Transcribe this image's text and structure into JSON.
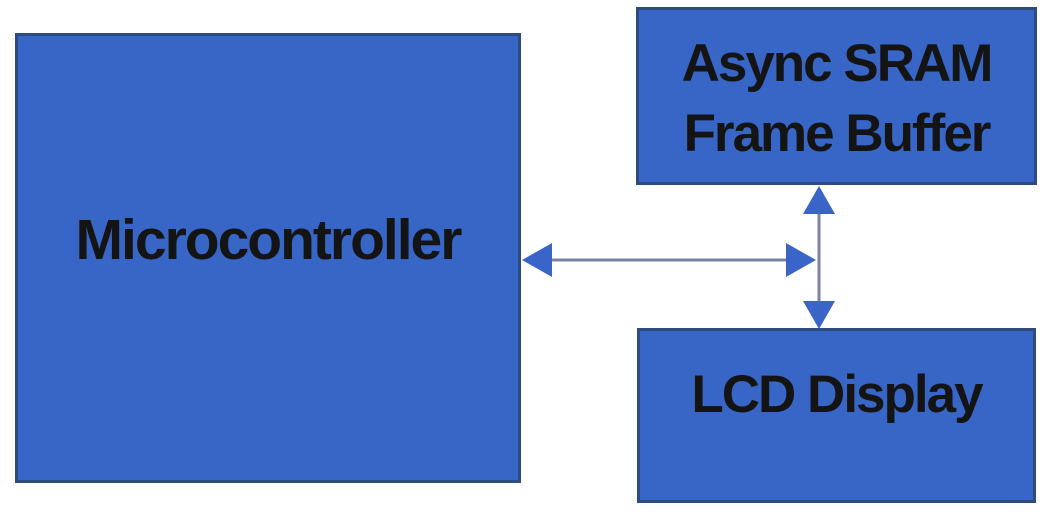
{
  "diagram": {
    "colors": {
      "background": "#ffffff",
      "box_fill": "#3866c6",
      "box_border": "#2e4c7e",
      "text": "#141414",
      "arrow_head": "#3a64c8",
      "arrow_line": "#7b82a8"
    },
    "nodes": {
      "microcontroller": {
        "label": "Microcontroller"
      },
      "async_sram": {
        "label": "Async SRAM Frame Buffer",
        "line1": "Async SRAM",
        "line2": "Frame Buffer"
      },
      "lcd": {
        "label": "LCD Display"
      }
    },
    "connections": [
      {
        "name": "mcu-bus-arrow",
        "type": "bidirectional",
        "orientation": "horizontal",
        "from": "Microcontroller",
        "to": "Async SRAM Frame Buffer / LCD Display"
      },
      {
        "name": "sram-lcd-arrow",
        "type": "bidirectional",
        "orientation": "vertical",
        "from": "Async SRAM Frame Buffer",
        "to": "LCD Display"
      }
    ]
  }
}
